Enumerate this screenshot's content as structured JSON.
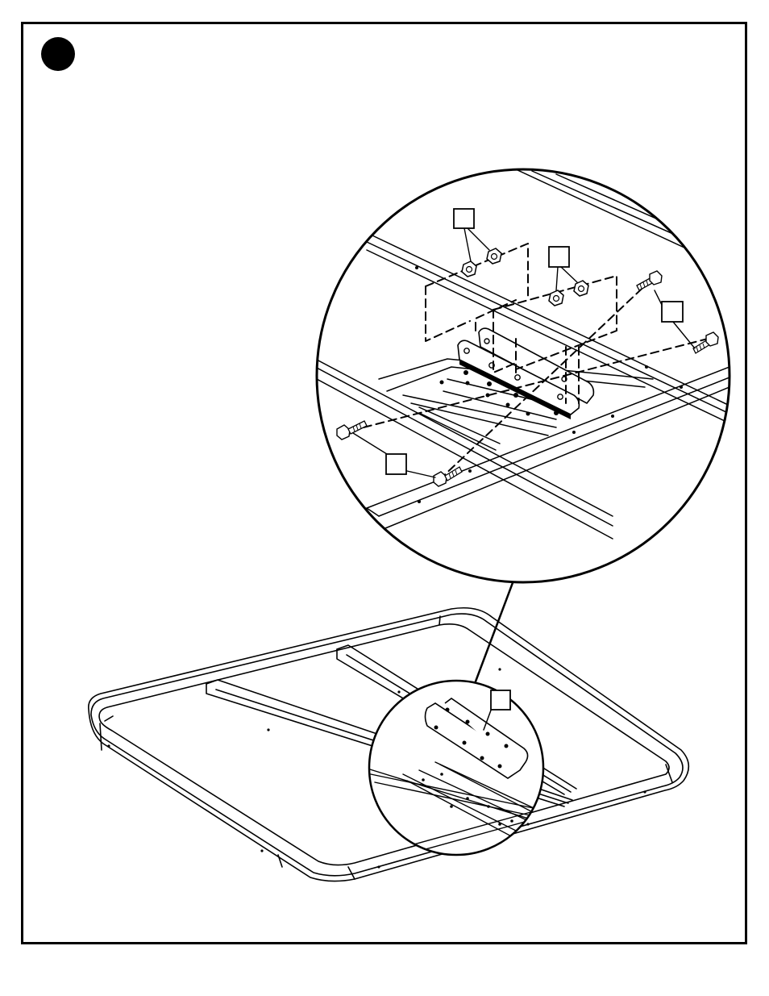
{
  "step": {
    "number": "",
    "badge_color": "#000000"
  },
  "callouts": [
    {
      "id": "callout-nuts-a",
      "label": ""
    },
    {
      "id": "callout-nuts-b",
      "label": ""
    },
    {
      "id": "callout-bolts-right",
      "label": ""
    },
    {
      "id": "callout-bolts-left",
      "label": ""
    },
    {
      "id": "callout-brackets",
      "label": ""
    }
  ],
  "colors": {
    "line": "#000000",
    "background": "#ffffff"
  }
}
